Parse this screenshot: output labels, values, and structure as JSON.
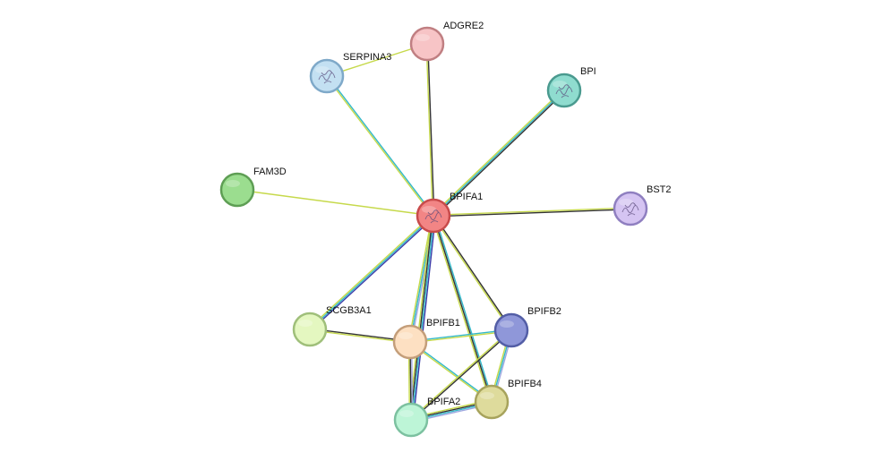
{
  "colors": {
    "textmining": "#c6d94b",
    "coexpression": "#333333",
    "database": "#33b8c9",
    "experiments": "#3a3aa8",
    "homology": "#9fa7e0",
    "coocurrence": "#c6d94b"
  },
  "nodes": [
    {
      "id": "BPIFA1",
      "label": "BPIFA1",
      "fill": "#f28585",
      "stroke": "#c84b4b",
      "center": true,
      "glyph": true
    },
    {
      "id": "ADGRE2",
      "label": "ADGRE2",
      "fill": "#f7c4c6",
      "stroke": "#c07f82",
      "center": false,
      "glyph": false
    },
    {
      "id": "SERPINA3",
      "label": "SERPINA3",
      "fill": "#c3e0f2",
      "stroke": "#7fa9c9",
      "center": false,
      "glyph": true
    },
    {
      "id": "BPI",
      "label": "BPI",
      "fill": "#8fdccf",
      "stroke": "#4a9a8f",
      "center": false,
      "glyph": true
    },
    {
      "id": "FAM3D",
      "label": "FAM3D",
      "fill": "#9bdd8f",
      "stroke": "#5e9e54",
      "center": false,
      "glyph": false
    },
    {
      "id": "BST2",
      "label": "BST2",
      "fill": "#d5c4f2",
      "stroke": "#8f7fc0",
      "center": false,
      "glyph": true
    },
    {
      "id": "SCGB3A1",
      "label": "SCGB3A1",
      "fill": "#e4f7c0",
      "stroke": "#9fbf7a",
      "center": false,
      "glyph": false
    },
    {
      "id": "BPIFB1",
      "label": "BPIFB1",
      "fill": "#fde0c2",
      "stroke": "#c49e7a",
      "center": false,
      "glyph": false
    },
    {
      "id": "BPIFB2",
      "label": "BPIFB2",
      "fill": "#8f97d9",
      "stroke": "#535ea6",
      "center": false,
      "glyph": false
    },
    {
      "id": "BPIFB4",
      "label": "BPIFB4",
      "fill": "#dedb9c",
      "stroke": "#a7a35c",
      "center": false,
      "glyph": false
    },
    {
      "id": "BPIFA2",
      "label": "BPIFA2",
      "fill": "#bdf5d7",
      "stroke": "#7cc1a0",
      "center": false,
      "glyph": false
    }
  ],
  "edges": [
    {
      "from": "BPIFA1",
      "to": "ADGRE2",
      "types": [
        "textmining",
        "coexpression"
      ]
    },
    {
      "from": "BPIFA1",
      "to": "SERPINA3",
      "types": [
        "textmining",
        "database"
      ]
    },
    {
      "from": "SERPINA3",
      "to": "ADGRE2",
      "types": [
        "textmining"
      ]
    },
    {
      "from": "BPIFA1",
      "to": "BPI",
      "types": [
        "textmining",
        "database",
        "coexpression"
      ]
    },
    {
      "from": "BPIFA1",
      "to": "FAM3D",
      "types": [
        "textmining"
      ]
    },
    {
      "from": "BPIFA1",
      "to": "BST2",
      "types": [
        "textmining",
        "coexpression"
      ]
    },
    {
      "from": "BPIFA1",
      "to": "SCGB3A1",
      "types": [
        "experiments",
        "database",
        "textmining"
      ]
    },
    {
      "from": "BPIFA1",
      "to": "BPIFB1",
      "types": [
        "homology",
        "database",
        "textmining"
      ]
    },
    {
      "from": "BPIFA1",
      "to": "BPIFB2",
      "types": [
        "coexpression",
        "textmining"
      ]
    },
    {
      "from": "BPIFA1",
      "to": "BPIFB4",
      "types": [
        "database",
        "coexpression",
        "textmining"
      ]
    },
    {
      "from": "BPIFA1",
      "to": "BPIFA2",
      "types": [
        "experiments",
        "database",
        "coexpression",
        "textmining"
      ]
    },
    {
      "from": "SCGB3A1",
      "to": "BPIFB1",
      "types": [
        "coexpression",
        "textmining"
      ]
    },
    {
      "from": "BPIFB1",
      "to": "BPIFB2",
      "types": [
        "database",
        "textmining"
      ]
    },
    {
      "from": "BPIFB1",
      "to": "BPIFB4",
      "types": [
        "database",
        "textmining"
      ]
    },
    {
      "from": "BPIFB1",
      "to": "BPIFA2",
      "types": [
        "homology",
        "coexpression",
        "textmining"
      ]
    },
    {
      "from": "BPIFB2",
      "to": "BPIFB4",
      "types": [
        "homology",
        "database",
        "textmining"
      ]
    },
    {
      "from": "BPIFB2",
      "to": "BPIFA2",
      "types": [
        "coexpression",
        "textmining"
      ]
    },
    {
      "from": "BPIFB4",
      "to": "BPIFA2",
      "types": [
        "homology",
        "database",
        "coexpression",
        "textmining"
      ]
    }
  ]
}
